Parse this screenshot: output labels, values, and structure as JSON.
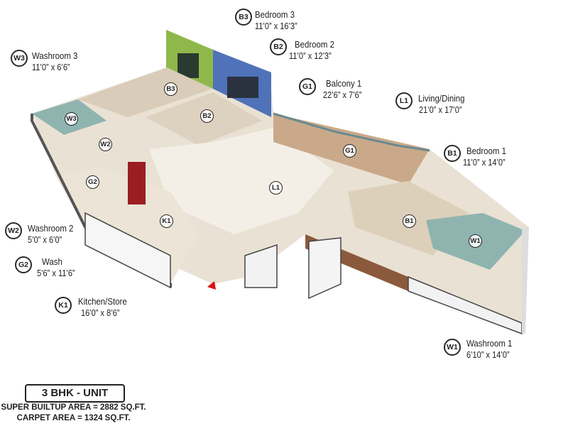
{
  "title": "3 BHK - UNIT",
  "areas": {
    "super_builtup": "SUPER BUILTUP AREA = 2882 SQ.FT.",
    "carpet": "CARPET AREA = 1324 SQ.FT."
  },
  "rooms": [
    {
      "code": "B3",
      "name": "Bedroom 3",
      "dims": "11’0” x 16’3”"
    },
    {
      "code": "B2",
      "name": "Bedroom 2",
      "dims": "11’0” x 12’3”"
    },
    {
      "code": "W3",
      "name": "Washroom 3",
      "dims": "11’0” x 6’6”"
    },
    {
      "code": "G1",
      "name": "Balcony 1",
      "dims": "22’6” x 7’6”"
    },
    {
      "code": "L1",
      "name": "Living/Dining",
      "dims": "21’0” x 17’0”"
    },
    {
      "code": "B1",
      "name": "Bedroom 1",
      "dims": "11’0” x 14’0”"
    },
    {
      "code": "W2",
      "name": "Washroom 2",
      "dims": "5’0” x 6’0”"
    },
    {
      "code": "G2",
      "name": "Wash",
      "dims": "5’6” x 11’6”"
    },
    {
      "code": "K1",
      "name": "Kitchen/Store",
      "dims": "16’0” x 8’6”"
    },
    {
      "code": "W1",
      "name": "Washroom 1",
      "dims": "6’10” x 14’0”"
    }
  ],
  "colors": {
    "bedroom3_wall": "#8fb84a",
    "bedroom2_wall": "#4f72b8",
    "floor": "#efe7da",
    "wall": "#ffffff",
    "entry_arrow": "#e01010"
  }
}
